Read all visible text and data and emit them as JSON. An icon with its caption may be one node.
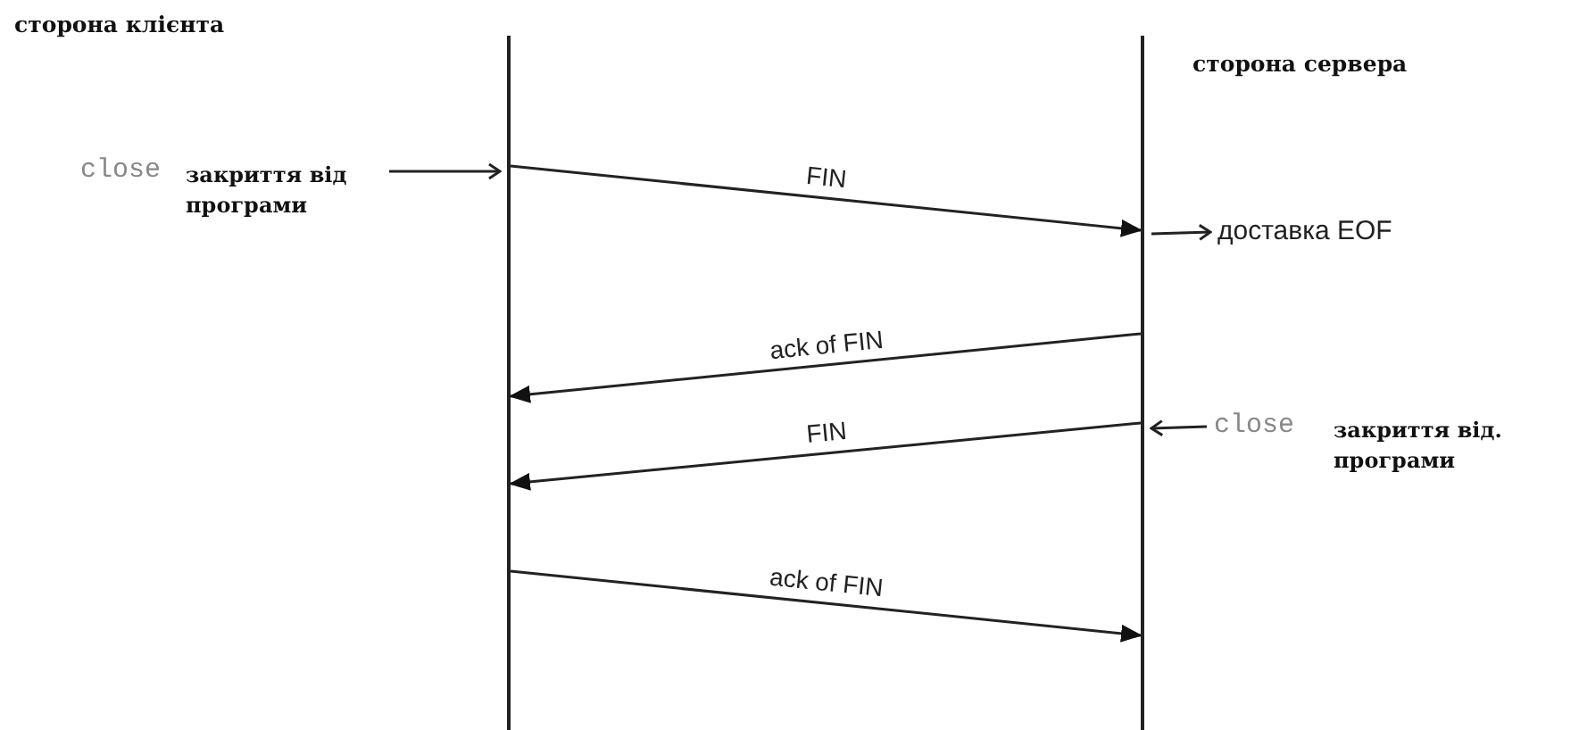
{
  "diagram": {
    "nodes": [
      {
        "text": [],
        "shape": "bar"
      },
      {
        "text": [],
        "shape": "bar"
      },
      {
        "text": [
          "close"
        ],
        "beside": [
          "закриття від програми"
        ]
      },
      {
        "text": [
          "доставка EOF"
        ]
      },
      {
        "text": [
          "close"
        ],
        "beside": [
          "закриття від. програми"
        ]
      }
    ],
    "edges": [
      {
        "from": 0,
        "to": 1,
        "arrow": "to",
        "label": "FIN"
      },
      {
        "from": 1,
        "to": 0,
        "arrow": "to",
        "label": "ack of FIN"
      },
      {
        "from": 1,
        "to": 0,
        "arrow": "to",
        "label": "FIN"
      },
      {
        "from": 0,
        "to": 1,
        "arrow": "to",
        "label": "ack of FIN"
      },
      {
        "from": 2,
        "to": 0,
        "arrow": "to"
      },
      {
        "from": 1,
        "to": 3,
        "arrow": "to"
      },
      {
        "from": 4,
        "to": 1,
        "arrow": "to"
      }
    ],
    "labels": [
      "сторона клієнта",
      "сторона сервера"
    ]
  }
}
